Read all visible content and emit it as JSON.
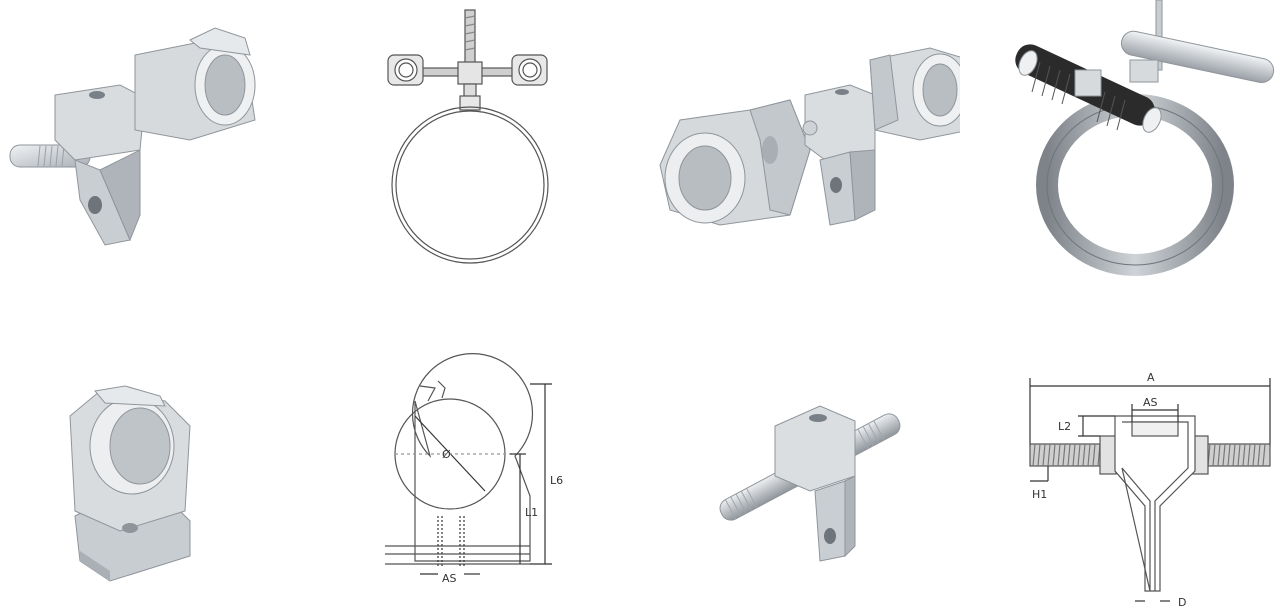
{
  "drawings": {
    "clip_tube": {
      "diameter_label": "Ø",
      "l6_label": "L6",
      "l1_label": "L1",
      "as_label": "AS"
    },
    "adapter": {
      "a_label": "A",
      "as_label": "AS",
      "l2_label": "L2",
      "h1_label": "H1",
      "d_label": "D"
    }
  },
  "colors": {
    "metal_light": "#e3e6e9",
    "metal_mid": "#c4c9ce",
    "metal_dark": "#8f959b",
    "rubber": "#2b2b2b",
    "line": "#555555"
  }
}
